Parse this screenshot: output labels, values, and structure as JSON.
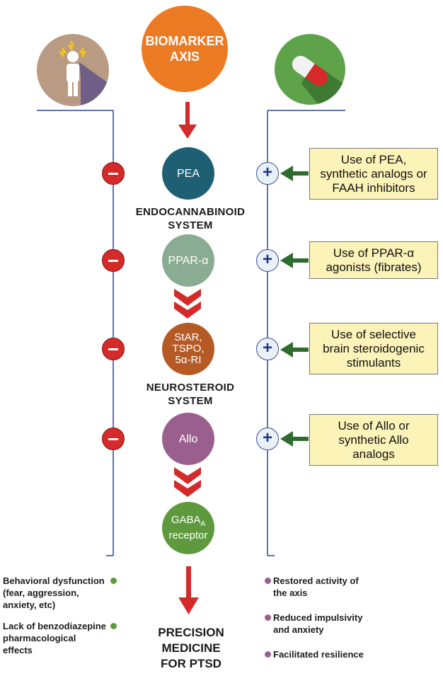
{
  "top": {
    "axis_title_line1": "BIOMARKER",
    "axis_title_line2": "AXIS",
    "left_icon": "person-stress-icon",
    "right_icon": "pill-icon"
  },
  "nodes": {
    "pea": "PEA",
    "ppar": "PPAR-α",
    "star_line1": "StAR,",
    "star_line2": "TSPO,",
    "star_line3": "5α-RI",
    "allo": "Allo",
    "gaba_main": "GABA",
    "gaba_sub": "A",
    "gaba_line2": "receptor"
  },
  "sections": {
    "endocannabinoid_line1": "ENDOCANNABINOID",
    "endocannabinoid_line2": "SYSTEM",
    "neurosteroid_line1": "NEUROSTEROID",
    "neurosteroid_line2": "SYSTEM"
  },
  "interventions": [
    {
      "line1": "Use of PEA,",
      "line2": "synthetic analogs or",
      "line3": "FAAH inhibitors"
    },
    {
      "line1": "Use of PPAR-α",
      "line2": "agonists (fibrates)"
    },
    {
      "line1": "Use of selective",
      "line2": "brain steroidogenic",
      "line3": "stimulants"
    },
    {
      "line1": "Use of Allo or",
      "line2": "synthetic Allo",
      "line3": "analogs"
    }
  ],
  "left_outcomes": {
    "item1_line1": "Behavioral dysfunction",
    "item1_line2": "(fear, aggression,",
    "item1_line3": "anxiety, etc)",
    "item2_line1": "Lack of benzodiazepine",
    "item2_line2": "pharmacological",
    "item2_line3": "effects"
  },
  "right_outcomes": {
    "item1_line1": "Restored activity of",
    "item1_line2": "the axis",
    "item2_line1": "Reduced impulsivity",
    "item2_line2": "and anxiety",
    "item3": "Facilitated resilience"
  },
  "final": {
    "line1": "PRECISION",
    "line2": "MEDICINE",
    "line3": "FOR PTSD"
  },
  "colors": {
    "axis_orange": "#ec7a22",
    "pea_teal": "#1f5f73",
    "ppar_sage": "#8aac92",
    "star_brown": "#b65a25",
    "allo_purple": "#9a5f8e",
    "gaba_green": "#5e9a3d",
    "arrow_red": "#d42a2a",
    "arrow_green": "#2e6b2e",
    "line_blue": "#2f4690",
    "box_yellow": "#fbf3b8"
  }
}
